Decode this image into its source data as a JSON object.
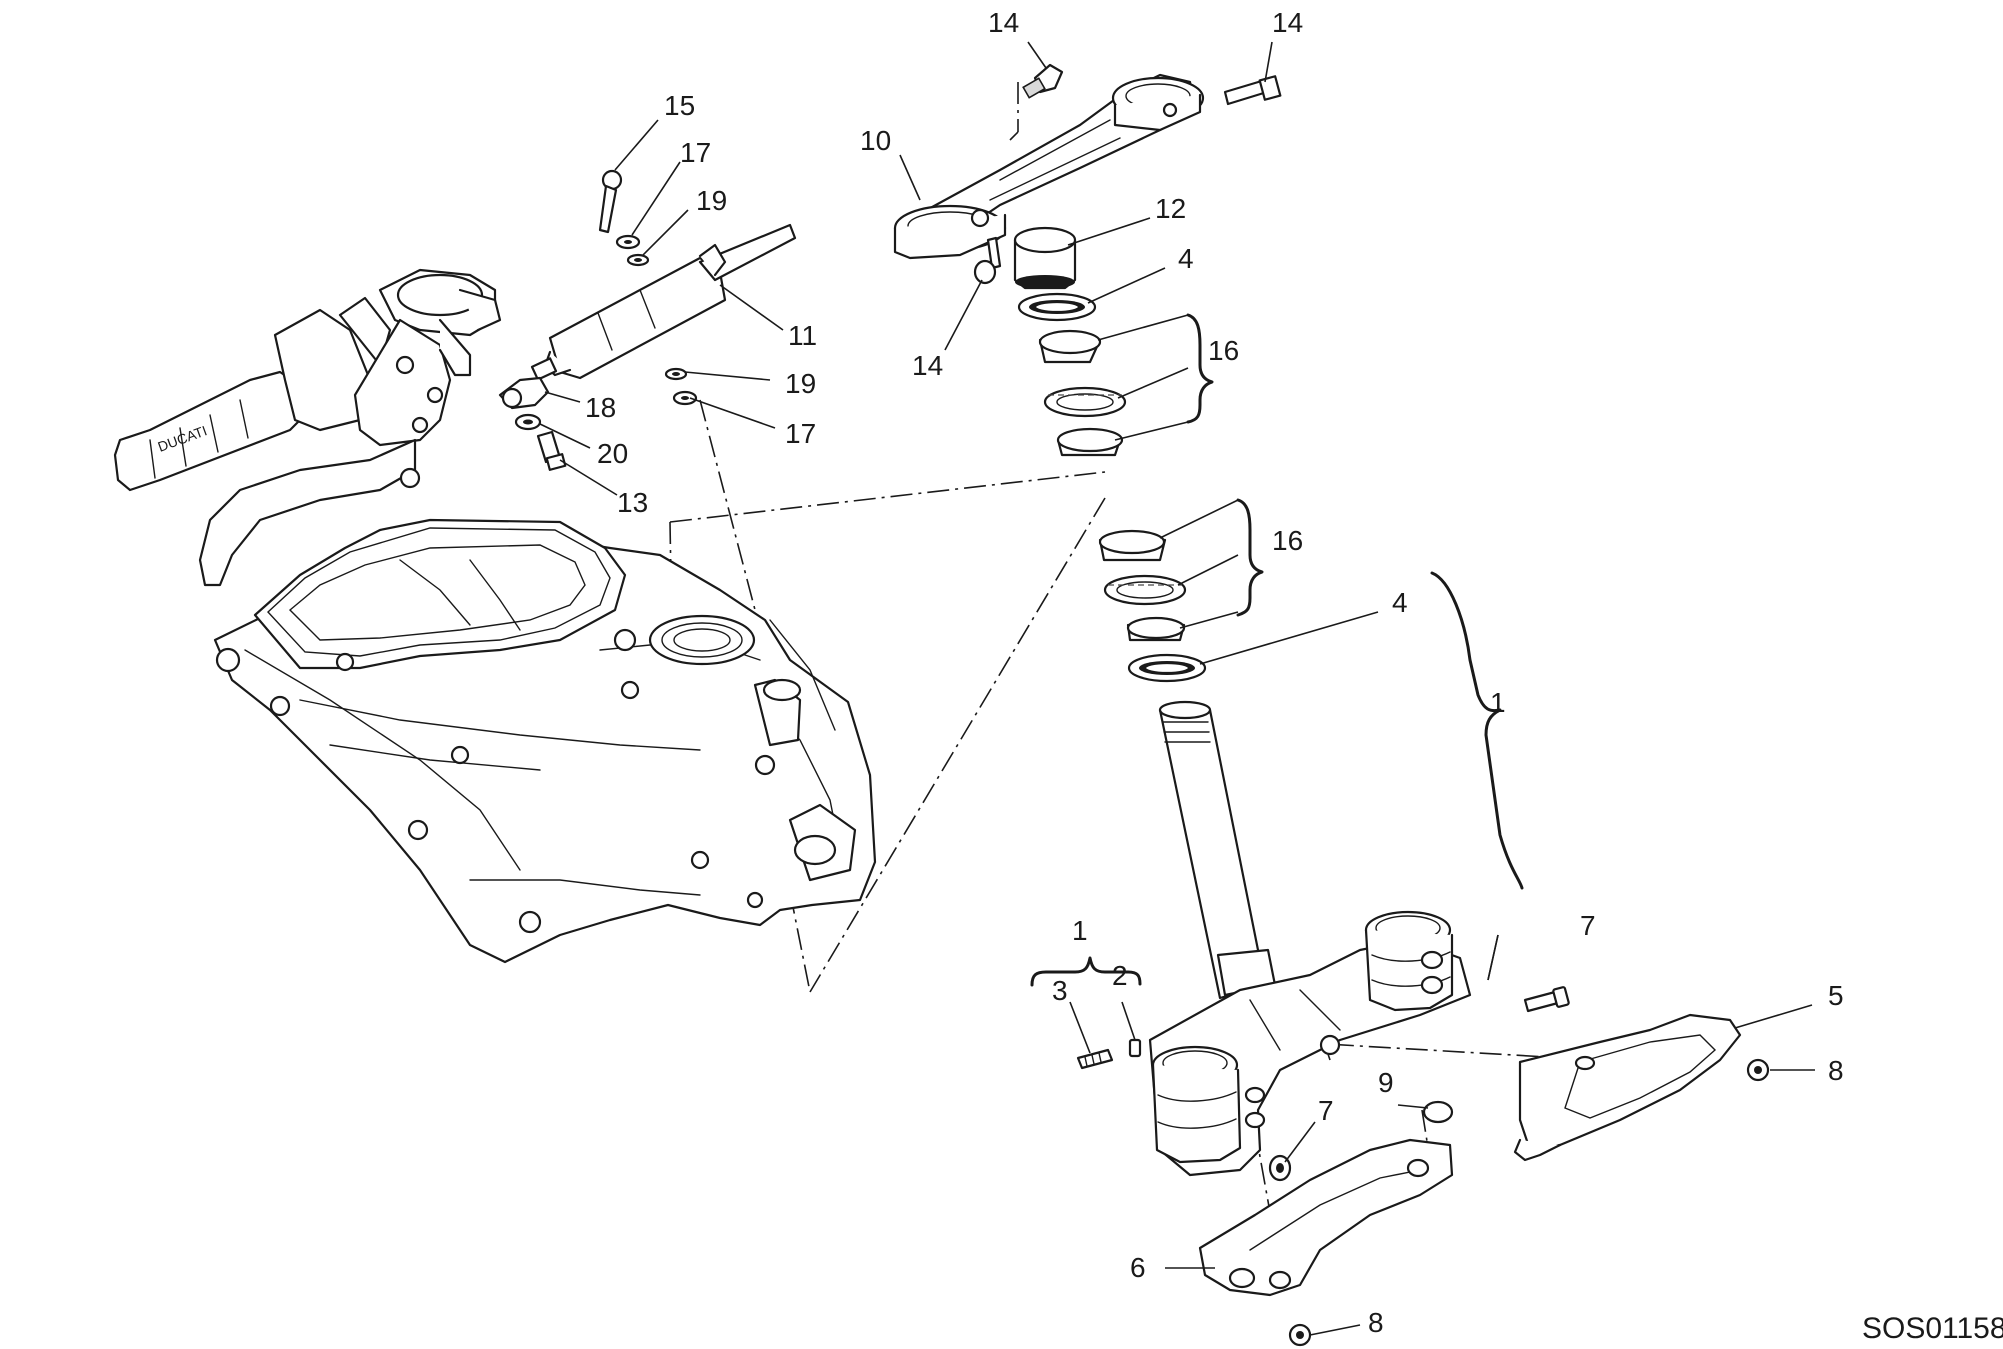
{
  "diagram": {
    "drawing_code": "SOS01158",
    "callouts": {
      "c15": "15",
      "c17a": "17",
      "c19a": "19",
      "c11": "11",
      "c19b": "19",
      "c17b": "17",
      "c18": "18",
      "c20": "20",
      "c13": "13",
      "c14a": "14",
      "c14b": "14",
      "c10": "10",
      "c12": "12",
      "c4a": "4",
      "c16a": "16",
      "c14c": "14",
      "c16b": "16",
      "c4b": "4",
      "c1a": "1",
      "c7a": "7",
      "c5": "5",
      "c8a": "8",
      "c1b": "1",
      "c3": "3",
      "c2": "2",
      "c9": "9",
      "c7b": "7",
      "c6": "6",
      "c8b": "8"
    }
  }
}
